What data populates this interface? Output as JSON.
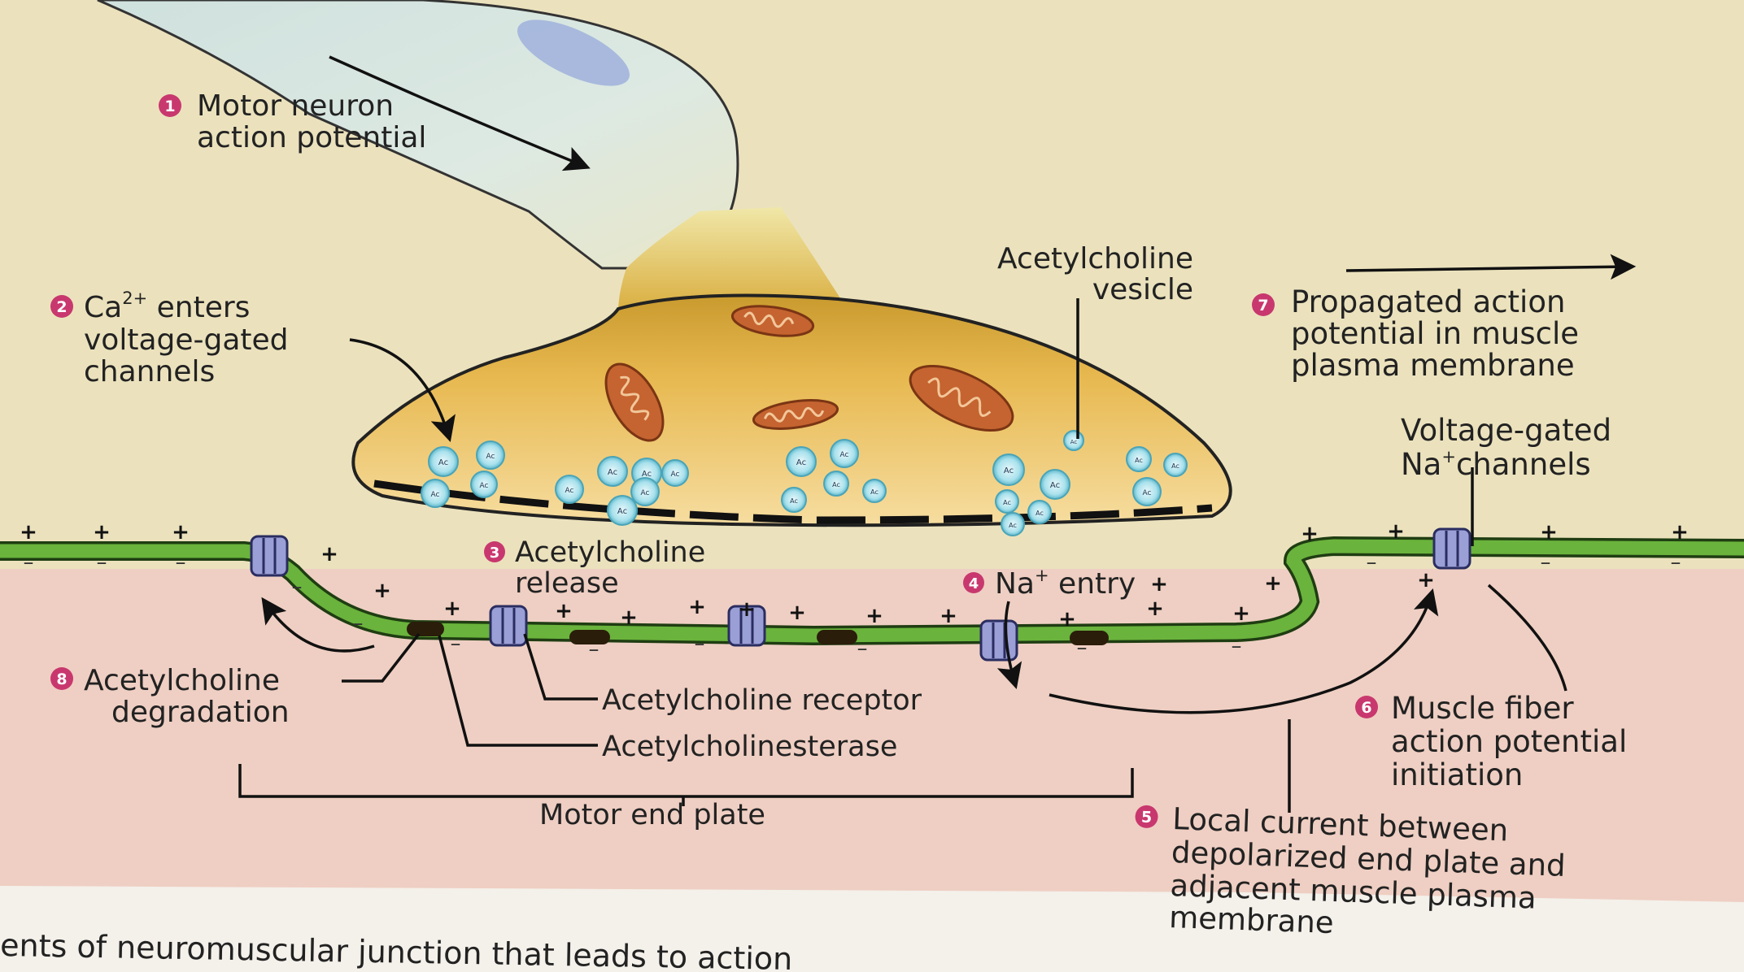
{
  "steps": {
    "s1": {
      "num": "1",
      "line1": "Motor neuron",
      "line2": "action potential"
    },
    "s2": {
      "num": "2",
      "ca": "Ca",
      "sup": "2+",
      "line1_rest": " enters",
      "line2": "voltage-gated",
      "line3": "channels"
    },
    "s3": {
      "num": "3",
      "line1": "Acetylcholine",
      "line2": "release"
    },
    "s4": {
      "num": "4",
      "na": "Na",
      "sup": "+",
      "rest": " entry"
    },
    "s5": {
      "num": "5",
      "line1": "Local current between",
      "line2": "depolarized end plate and",
      "line3": "adjacent muscle plasma",
      "line4": "membrane"
    },
    "s6": {
      "num": "6",
      "line1": "Muscle fiber",
      "line2": "action potential",
      "line3": "initiation"
    },
    "s7": {
      "num": "7",
      "line1": "Propagated action",
      "line2": "potential in muscle",
      "line3": "plasma membrane"
    },
    "s8": {
      "num": "8",
      "line1": "Acetylcholine",
      "line2": "degradation"
    }
  },
  "labels": {
    "vesicle_line1": "Acetylcholine",
    "vesicle_line2": "vesicle",
    "na_channels_line1": "Voltage-gated",
    "na_channels_na": "Na",
    "na_channels_sup": "+",
    "na_channels_rest": "channels",
    "receptor": "Acetylcholine receptor",
    "esterase": "Acetylcholinesterase",
    "end_plate": "Motor end plate",
    "plus": "+",
    "minus": "–",
    "ach": "Ac"
  },
  "caption": "ents of neuromuscular junction that leads to action",
  "colors": {
    "upper_bg": "#ece3bd",
    "muscle_bg": "#efcfc4",
    "membrane": "#6ab33c",
    "terminal": "#e5b24a",
    "axon": "#cfe0df",
    "mitochondria": "#c5642e",
    "vesicle": "#8fd6e4",
    "channel": "#9a9fd6",
    "step_badge": "#c8386e"
  }
}
